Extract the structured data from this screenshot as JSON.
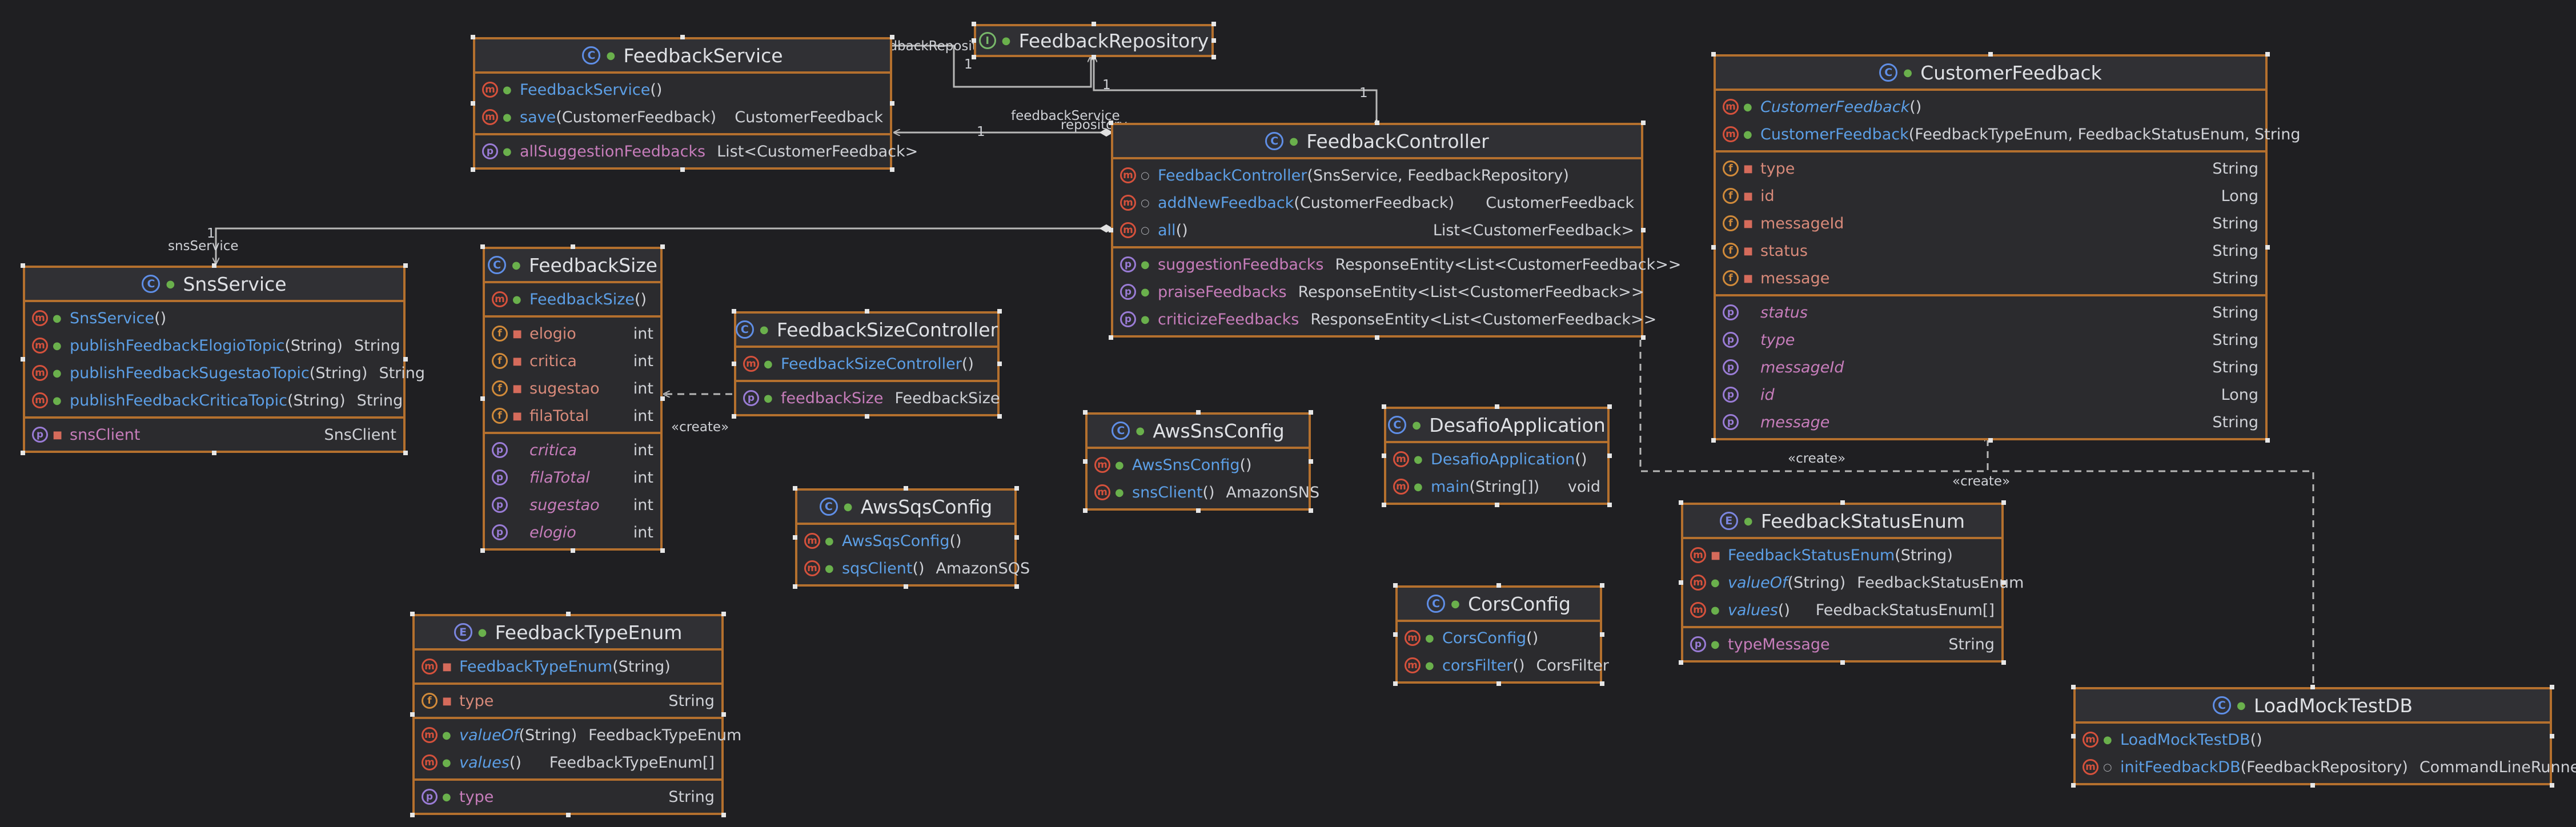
{
  "colors": {
    "background": "#1f1f22",
    "box_border": "#b4702e",
    "box_fill": "#2b2b2e",
    "method_name": "#5c9fe6",
    "property_name": "#c77dbb",
    "field_name": "#d88a7a",
    "edge": "#b8b8b8"
  },
  "classes": {
    "feedback_service": {
      "title": "FeedbackService",
      "kind_icon": "class-icon",
      "rows": [
        {
          "badge": "m",
          "vis": "pub",
          "name": "FeedbackService",
          "params": "()",
          "type": ""
        },
        {
          "badge": "m",
          "vis": "pub",
          "name": "save",
          "params": "(CustomerFeedback)",
          "type": "CustomerFeedback"
        },
        {
          "badge": "p",
          "vis": "pub",
          "name": "allSuggestionFeedbacks",
          "params": "",
          "type": "List<CustomerFeedback>"
        }
      ]
    },
    "feedback_repository": {
      "title": "FeedbackRepository",
      "kind_icon": "interface-icon"
    },
    "feedback_controller": {
      "title": "FeedbackController",
      "kind_icon": "class-icon",
      "rows": [
        {
          "badge": "m",
          "vis": "pkg",
          "name": "FeedbackController",
          "params": "(SnsService, FeedbackRepository)",
          "type": ""
        },
        {
          "badge": "m",
          "vis": "pkg",
          "name": "addNewFeedback",
          "params": "(CustomerFeedback)",
          "type": "CustomerFeedback"
        },
        {
          "badge": "m",
          "vis": "pkg",
          "name": "all",
          "params": "()",
          "type": "List<CustomerFeedback>"
        },
        {
          "badge": "p",
          "vis": "pub",
          "name": "suggestionFeedbacks",
          "params": "",
          "type": "ResponseEntity<List<CustomerFeedback>>"
        },
        {
          "badge": "p",
          "vis": "pub",
          "name": "praiseFeedbacks",
          "params": "",
          "type": "ResponseEntity<List<CustomerFeedback>>"
        },
        {
          "badge": "p",
          "vis": "pub",
          "name": "criticizeFeedbacks",
          "params": "",
          "type": "ResponseEntity<List<CustomerFeedback>>"
        }
      ]
    },
    "customer_feedback": {
      "title": "CustomerFeedback",
      "kind_icon": "class-icon",
      "rows": [
        {
          "badge": "m",
          "vis": "pub",
          "name": "CustomerFeedback",
          "params": "()",
          "type": ""
        },
        {
          "badge": "m",
          "vis": "pub",
          "name": "CustomerFeedback",
          "params": "(FeedbackTypeEnum, FeedbackStatusEnum, String",
          "type": ""
        },
        {
          "badge": "f",
          "vis": "priv",
          "name": "type",
          "params": "",
          "type": "String"
        },
        {
          "badge": "f",
          "vis": "priv",
          "name": "id",
          "params": "",
          "type": "Long"
        },
        {
          "badge": "f",
          "vis": "priv",
          "name": "messageId",
          "params": "",
          "type": "String"
        },
        {
          "badge": "f",
          "vis": "priv",
          "name": "status",
          "params": "",
          "type": "String"
        },
        {
          "badge": "f",
          "vis": "priv",
          "name": "message",
          "params": "",
          "type": "String"
        },
        {
          "badge": "p",
          "vis": "",
          "name": "status",
          "params": "",
          "type": "String"
        },
        {
          "badge": "p",
          "vis": "",
          "name": "type",
          "params": "",
          "type": "String"
        },
        {
          "badge": "p",
          "vis": "",
          "name": "messageId",
          "params": "",
          "type": "String"
        },
        {
          "badge": "p",
          "vis": "",
          "name": "id",
          "params": "",
          "type": "Long"
        },
        {
          "badge": "p",
          "vis": "",
          "name": "message",
          "params": "",
          "type": "String"
        }
      ]
    },
    "sns_service": {
      "title": "SnsService",
      "kind_icon": "class-icon",
      "rows": [
        {
          "badge": "m",
          "vis": "pub",
          "name": "SnsService",
          "params": "()",
          "type": ""
        },
        {
          "badge": "m",
          "vis": "pub",
          "name": "publishFeedbackElogioTopic",
          "params": "(String)",
          "type": "String"
        },
        {
          "badge": "m",
          "vis": "pub",
          "name": "publishFeedbackSugestaoTopic",
          "params": "(String)",
          "type": "String"
        },
        {
          "badge": "m",
          "vis": "pub",
          "name": "publishFeedbackCriticaTopic",
          "params": "(String)",
          "type": "String"
        },
        {
          "badge": "p",
          "vis": "priv",
          "name": "snsClient",
          "params": "",
          "type": "SnsClient"
        }
      ]
    },
    "feedback_size": {
      "title": "FeedbackSize",
      "kind_icon": "class-icon",
      "rows": [
        {
          "badge": "m",
          "vis": "pub",
          "name": "FeedbackSize",
          "params": "()",
          "type": ""
        },
        {
          "badge": "f",
          "vis": "priv",
          "name": "elogio",
          "params": "",
          "type": "int"
        },
        {
          "badge": "f",
          "vis": "priv",
          "name": "critica",
          "params": "",
          "type": "int"
        },
        {
          "badge": "f",
          "vis": "priv",
          "name": "sugestao",
          "params": "",
          "type": "int"
        },
        {
          "badge": "f",
          "vis": "priv",
          "name": "filaTotal",
          "params": "",
          "type": "int"
        },
        {
          "badge": "p",
          "vis": "",
          "name": "critica",
          "params": "",
          "type": "int"
        },
        {
          "badge": "p",
          "vis": "",
          "name": "filaTotal",
          "params": "",
          "type": "int"
        },
        {
          "badge": "p",
          "vis": "",
          "name": "sugestao",
          "params": "",
          "type": "int"
        },
        {
          "badge": "p",
          "vis": "",
          "name": "elogio",
          "params": "",
          "type": "int"
        }
      ]
    },
    "feedback_size_controller": {
      "title": "FeedbackSizeController",
      "kind_icon": "class-icon",
      "rows": [
        {
          "badge": "m",
          "vis": "pub",
          "name": "FeedbackSizeController",
          "params": "()",
          "type": ""
        },
        {
          "badge": "p",
          "vis": "pub",
          "name": "feedbackSize",
          "params": "",
          "type": "FeedbackSize"
        }
      ]
    },
    "aws_sns_config": {
      "title": "AwsSnsConfig",
      "kind_icon": "class-icon",
      "rows": [
        {
          "badge": "m",
          "vis": "pub",
          "name": "AwsSnsConfig",
          "params": "()",
          "type": ""
        },
        {
          "badge": "m",
          "vis": "pub",
          "name": "snsClient",
          "params": "()",
          "type": "AmazonSNS"
        }
      ]
    },
    "aws_sqs_config": {
      "title": "AwsSqsConfig",
      "kind_icon": "class-icon",
      "rows": [
        {
          "badge": "m",
          "vis": "pub",
          "name": "AwsSqsConfig",
          "params": "()",
          "type": ""
        },
        {
          "badge": "m",
          "vis": "pub",
          "name": "sqsClient",
          "params": "()",
          "type": "AmazonSQS"
        }
      ]
    },
    "desafio_application": {
      "title": "DesafioApplication",
      "kind_icon": "spring-boot-app-icon",
      "rows": [
        {
          "badge": "m",
          "vis": "pub",
          "name": "DesafioApplication",
          "params": "()",
          "type": ""
        },
        {
          "badge": "m",
          "vis": "pub",
          "name": "main",
          "params": "(String[])",
          "type": "void"
        }
      ]
    },
    "cors_config": {
      "title": "CorsConfig",
      "kind_icon": "class-icon",
      "rows": [
        {
          "badge": "m",
          "vis": "pub",
          "name": "CorsConfig",
          "params": "()",
          "type": ""
        },
        {
          "badge": "m",
          "vis": "pub",
          "name": "corsFilter",
          "params": "()",
          "type": "CorsFilter"
        }
      ]
    },
    "feedback_status_enum": {
      "title": "FeedbackStatusEnum",
      "kind_icon": "enum-icon",
      "rows": [
        {
          "badge": "m",
          "vis": "priv",
          "name": "FeedbackStatusEnum",
          "params": "(String)",
          "type": ""
        },
        {
          "badge": "m",
          "vis": "pub",
          "name": "valueOf",
          "params": "(String)",
          "type": "FeedbackStatusEnum"
        },
        {
          "badge": "m",
          "vis": "pub",
          "name": "values",
          "params": "()",
          "type": "FeedbackStatusEnum[]"
        },
        {
          "badge": "p",
          "vis": "pub",
          "name": "typeMessage",
          "params": "",
          "type": "String"
        }
      ]
    },
    "feedback_type_enum": {
      "title": "FeedbackTypeEnum",
      "kind_icon": "enum-icon",
      "rows": [
        {
          "badge": "m",
          "vis": "priv",
          "name": "FeedbackTypeEnum",
          "params": "(String)",
          "type": ""
        },
        {
          "badge": "f",
          "vis": "priv",
          "name": "type",
          "params": "",
          "type": "String"
        },
        {
          "badge": "m",
          "vis": "pub",
          "name": "valueOf",
          "params": "(String)",
          "type": "FeedbackTypeEnum"
        },
        {
          "badge": "m",
          "vis": "pub",
          "name": "values",
          "params": "()",
          "type": "FeedbackTypeEnum[]"
        },
        {
          "badge": "p",
          "vis": "pub",
          "name": "type",
          "params": "",
          "type": "String"
        }
      ]
    },
    "load_mock_test_db": {
      "title": "LoadMockTestDB",
      "kind_icon": "class-icon",
      "rows": [
        {
          "badge": "m",
          "vis": "pub",
          "name": "LoadMockTestDB",
          "params": "()",
          "type": ""
        },
        {
          "badge": "m",
          "vis": "pkg",
          "name": "initFeedbackDB",
          "params": "(FeedbackRepository)",
          "type": "CommandLineRunner"
        }
      ]
    }
  },
  "edge_labels": {
    "feedback_repository_1": "feedbackRepository",
    "feedback_service_1": "feedbackService",
    "repository_2": "repository",
    "sns_service": "snsService",
    "create_1": "«create»",
    "create_2": "«create»",
    "create_3": "«create»",
    "mult_1": "1",
    "mult_2": "1",
    "mult_3": "1",
    "mult_4": "1",
    "mult_5": "1"
  }
}
